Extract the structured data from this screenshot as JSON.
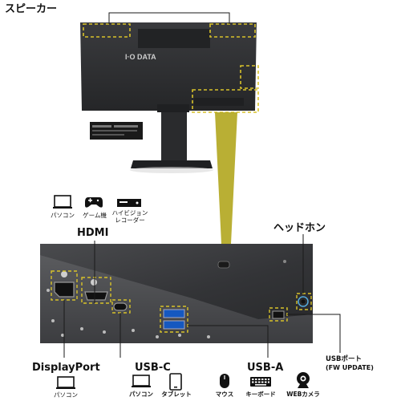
{
  "image_alt": "IODATA monitor rear view with magnified connector panel",
  "labels": {
    "speaker": "スピーカー",
    "headphone": "ヘッドホン",
    "hdmi": "HDMI",
    "displayport": "DisplayPort",
    "usb_c": "USB-C",
    "usb_a": "USB-A",
    "usb_port_line1": "USBポート",
    "usb_port_line2": "(FW UPDATE)"
  },
  "brand": "I·O DATA",
  "devices": {
    "hdmi": [
      {
        "icon": "laptop-icon",
        "label": "パソコン"
      },
      {
        "icon": "gamepad-icon",
        "label": "ゲーム機"
      },
      {
        "icon": "recorder-icon",
        "label": "ハイビジョン\nレコーダー"
      }
    ],
    "displayport": [
      {
        "icon": "laptop-icon",
        "label": "パソコン"
      }
    ],
    "usb_c": [
      {
        "icon": "laptop-icon",
        "label": "パソコン"
      },
      {
        "icon": "tablet-icon",
        "label": "タブレット"
      }
    ],
    "usb_a": [
      {
        "icon": "mouse-icon",
        "label": "マウス"
      },
      {
        "icon": "keyboard-icon",
        "label": "キーボード"
      },
      {
        "icon": "webcam-icon",
        "label": "WEBカメラ"
      }
    ]
  },
  "colors": {
    "accent": "#b3a823",
    "dashed": "#d8c22a",
    "monitor": "#2e2f31",
    "panel": "#3a3b3e"
  }
}
